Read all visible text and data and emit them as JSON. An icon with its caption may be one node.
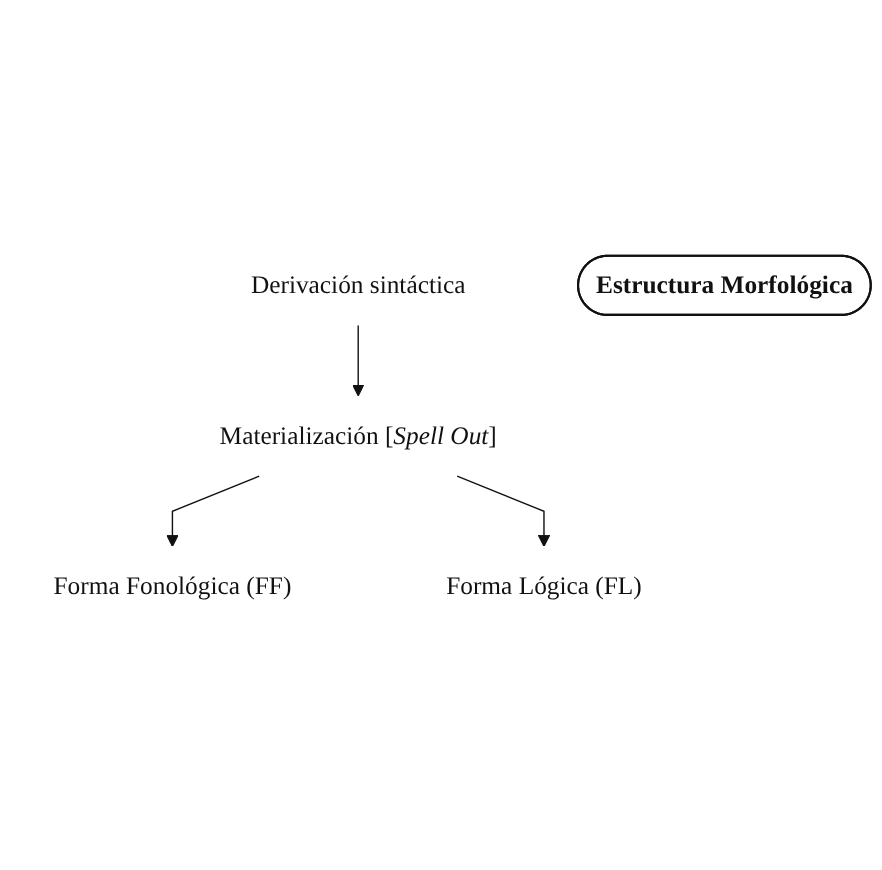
{
  "diagram": {
    "nodes": [
      {
        "text": [
          "Derivación sintáctica"
        ]
      },
      {
        "text": [
          "Materialización [*Spell Out*]"
        ]
      },
      {
        "text": [
          "Estructura Morfológica"
        ]
      },
      {
        "text": [
          "Forma Fonológica (FF)"
        ]
      },
      {
        "text": [
          "Forma Lógica (FL)"
        ]
      }
    ],
    "edges": [
      {
        "from": 0,
        "to": 1,
        "arrow": "to"
      },
      {
        "from": 1,
        "to": 3,
        "arrow": "to"
      },
      {
        "from": 1,
        "to": 4,
        "arrow": "to"
      }
    ]
  }
}
